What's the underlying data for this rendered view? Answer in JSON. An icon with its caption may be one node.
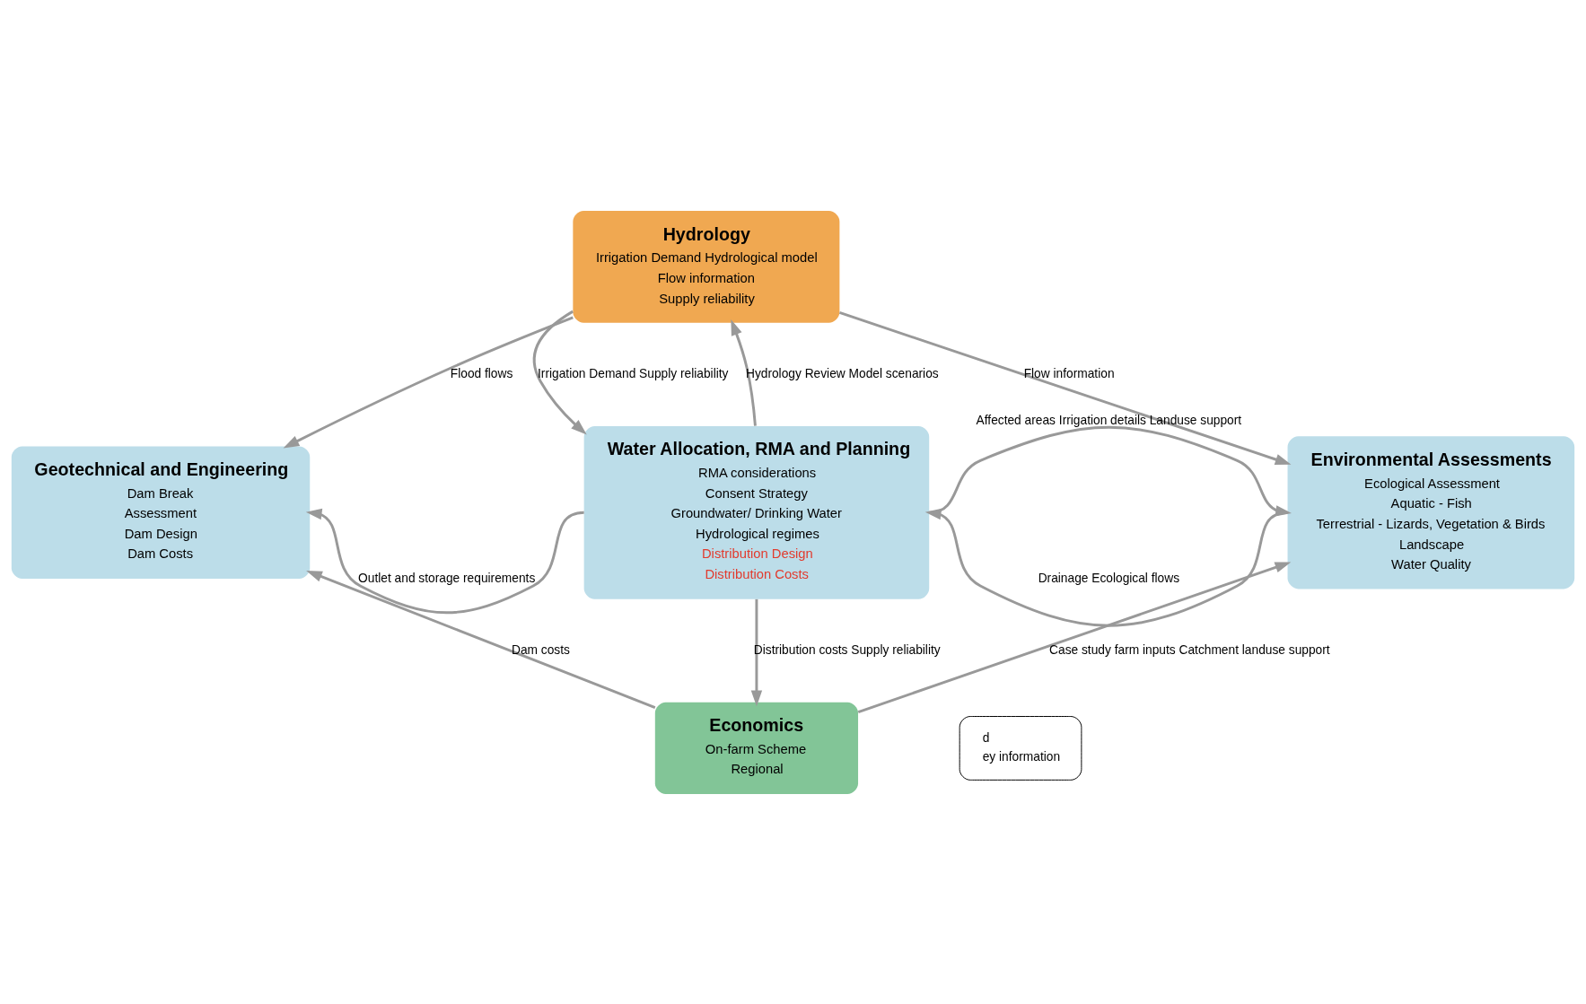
{
  "diagram": {
    "nodes": [
      {
        "text": [
          "Hydrology",
          "Irrigation Demand Hydrological model",
          "Flow information",
          "Supply reliability"
        ]
      },
      {
        "text": [
          "Geotechnical and Engineering",
          "Dam Break",
          "Assessment",
          "Dam Design",
          "Dam Costs"
        ]
      },
      {
        "text": [
          "Water Allocation, RMA and Planning",
          "RMA considerations",
          "Consent Strategy",
          "Groundwater/ Drinking Water",
          "Hydrological regimes",
          "Distribution Design",
          "Distribution Costs"
        ]
      },
      {
        "text": [
          "Environmental Assessments",
          "Ecological Assessment",
          "Aquatic - Fish",
          "Terrestrial - Lizards, Vegetation & Birds",
          "Landscape",
          "Water Quality"
        ]
      },
      {
        "text": [
          "Economics",
          "On-farm Scheme",
          "Regional"
        ]
      }
    ],
    "edges": [
      {
        "from": 0,
        "to": 1,
        "arrow": "to",
        "label": "Flood flows"
      },
      {
        "from": 0,
        "to": 3,
        "arrow": "to",
        "label": "Flow information"
      },
      {
        "from": 0,
        "to": 2,
        "arrow": "to",
        "label": "Irrigation Demand Supply reliability"
      },
      {
        "from": 2,
        "to": 0,
        "arrow": "to",
        "label": "Hydrology Review Model scenarios"
      },
      {
        "from": 2,
        "to": 1,
        "arrow": "to",
        "label": "Outlet and storage requirements"
      },
      {
        "from": 3,
        "to": 2,
        "arrow": "to",
        "label": "Drainage Ecological flows"
      },
      {
        "from": 2,
        "to": 3,
        "arrow": "to",
        "label": "Affected areas Irrigation details Landuse support"
      },
      {
        "from": 2,
        "to": 4,
        "arrow": "to",
        "label": "Distribution costs Supply reliability"
      },
      {
        "from": 4,
        "to": 1,
        "arrow": "to",
        "label": "Dam costs"
      },
      {
        "from": 4,
        "to": 3,
        "arrow": "to",
        "label": "Case study farm inputs Catchment landuse support"
      }
    ],
    "labels": [
      "d",
      "ey information"
    ]
  }
}
